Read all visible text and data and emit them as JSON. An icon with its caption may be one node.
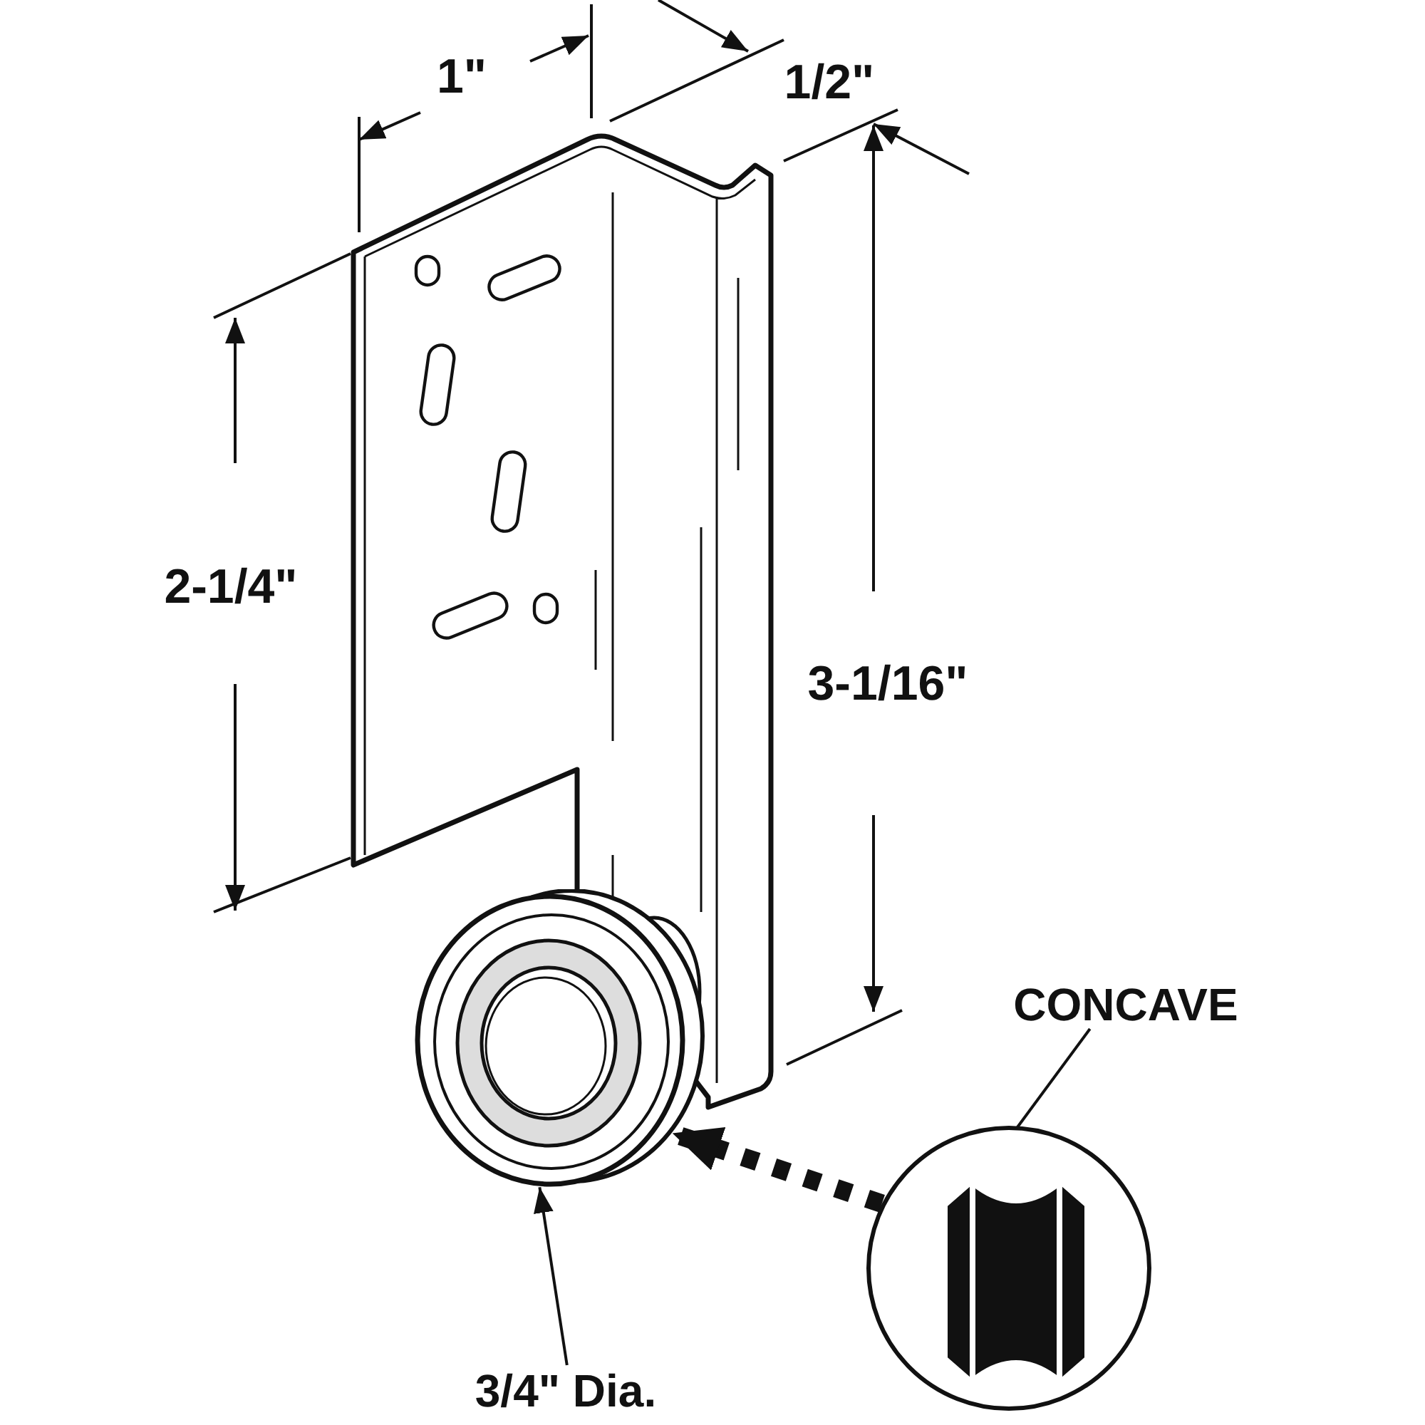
{
  "diagram": {
    "nodes": [
      {
        "text": [
          "CONCAVE"
        ]
      },
      {
        "text": [],
        "shape": "circle"
      },
      {
        "text": [],
        "shape": "picture",
        "in": 1
      },
      {
        "text": [
          "3/4\" Dia."
        ]
      },
      {
        "text": [],
        "shape": "picture"
      }
    ],
    "edges": [
      {
        "from": 0,
        "to": 2,
        "arrow": "to"
      },
      {
        "from": 1,
        "to": 4,
        "arrow": "to",
        "style": "dashed"
      },
      {
        "from": 3,
        "to": 4,
        "arrow": "to"
      }
    ],
    "labels": [
      "1\"",
      "1/2\"",
      "2-1/4\"",
      "3-1/16\""
    ]
  }
}
